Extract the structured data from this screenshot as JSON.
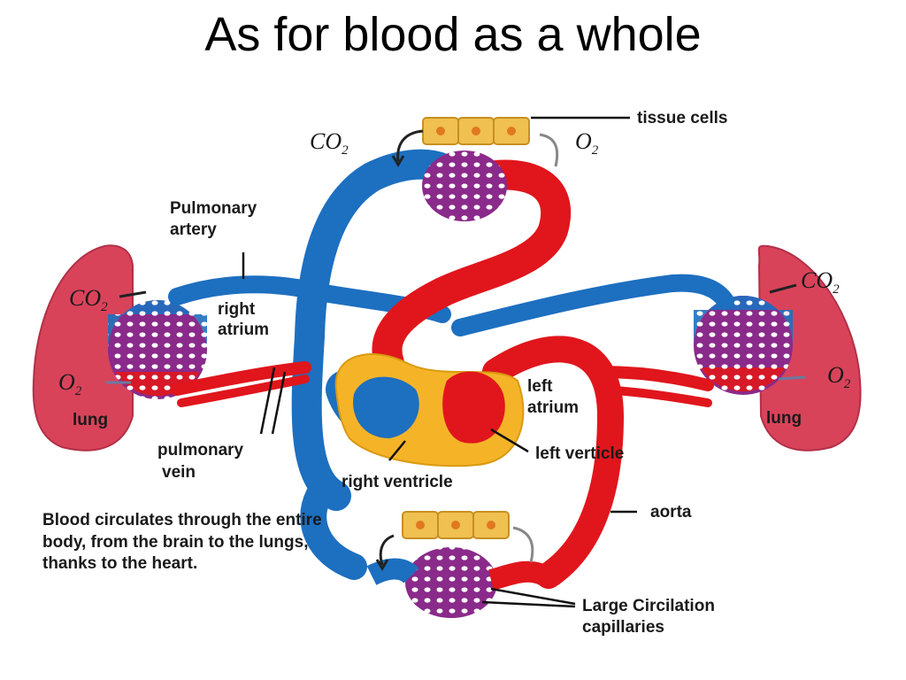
{
  "title": "As for blood as a whole",
  "labels": {
    "tissue_cells": "tissue cells",
    "co2_top": "CO",
    "o2_top": "O",
    "pulmonary_artery_line1": "Pulmonary",
    "pulmonary_artery_line2": "artery",
    "right_atrium_line1": "right",
    "right_atrium_line2": "atrium",
    "co2_left": "CO",
    "o2_left": "O",
    "lung_left": "lung",
    "pulmonary_vein_line1": "pulmonary",
    "pulmonary_vein_line2": "vein",
    "right_ventricle": "right ventricle",
    "left_atrium_line1": "left",
    "left_atrium_line2": "atrium",
    "left_verticle": "left verticle",
    "co2_right": "CO",
    "o2_right": "O",
    "lung_right": "lung",
    "aorta": "aorta",
    "capillaries_line1": "Large Circilation",
    "capillaries_line2": "capillaries",
    "subscript_two": "2"
  },
  "caption": "Blood circulates through the entire body, from the brain to the lungs, thanks to the heart.",
  "colors": {
    "oxygenated": "#e0161c",
    "deoxygenated": "#1d6fc0",
    "capillary": "#8a2a8a",
    "lung": "#d8435a",
    "heart_outer": "#f5b428",
    "tissue_cell": "#f0c050"
  }
}
